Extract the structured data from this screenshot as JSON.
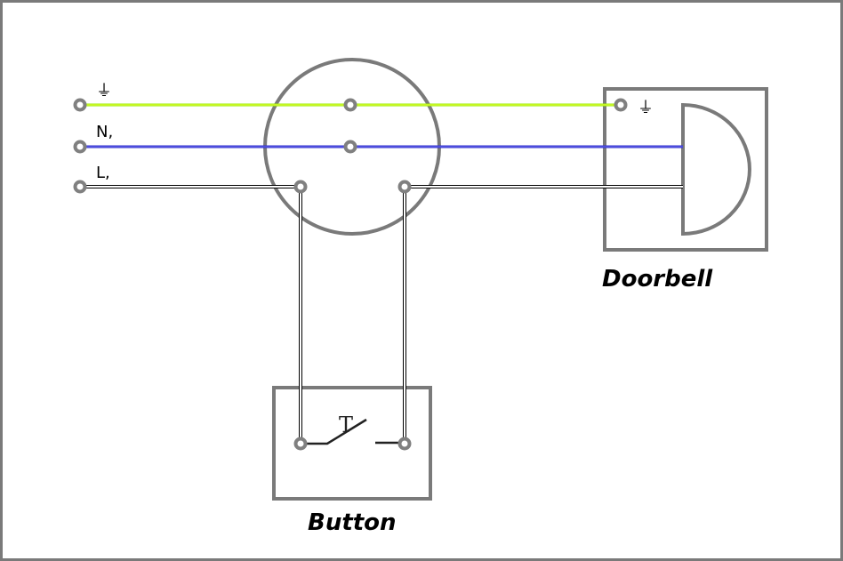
{
  "labels": {
    "earth": "⏚",
    "neutral": "N,",
    "live": "L,",
    "switch_symbol": "T"
  },
  "components": {
    "doorbell": "Doorbell",
    "button": "Button"
  },
  "colors": {
    "earth": "#99ee00",
    "neutral": "#3333cc",
    "live": "#000000",
    "frame": "#7a7a7a",
    "terminal": "#808080"
  }
}
